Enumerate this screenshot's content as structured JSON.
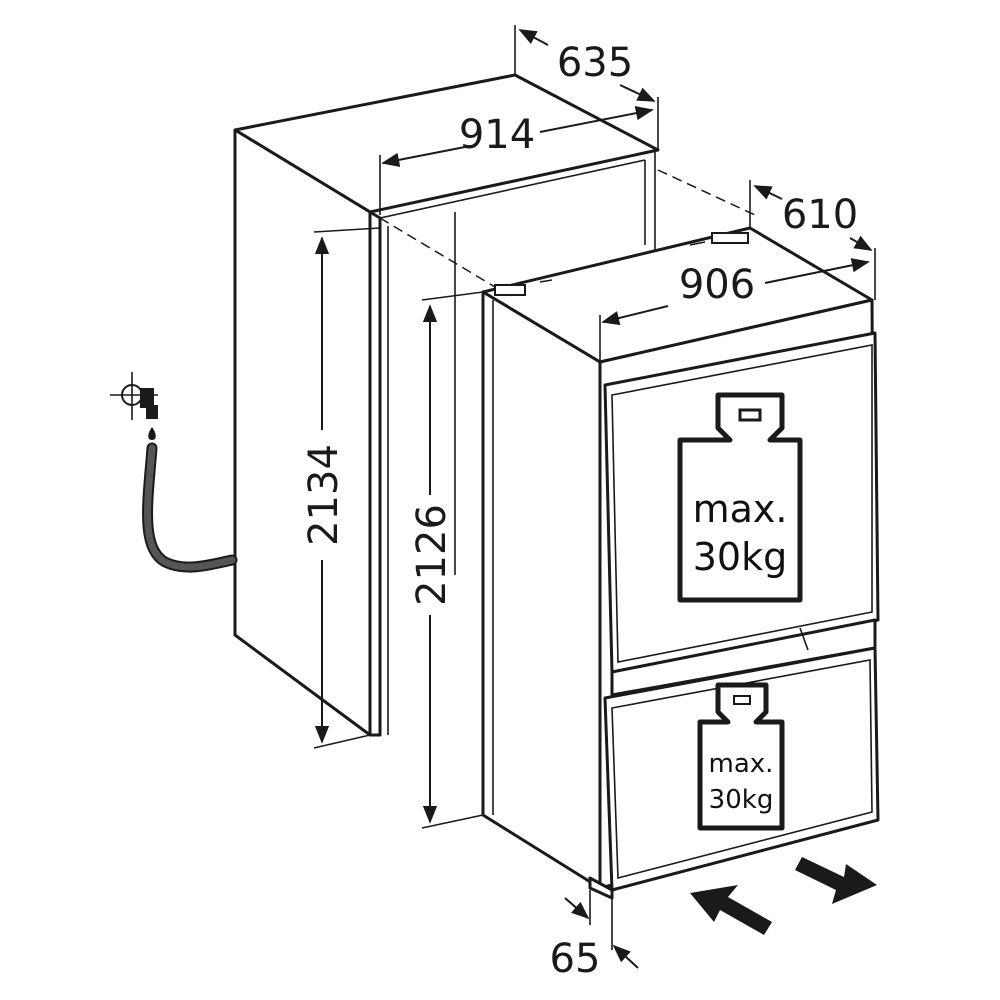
{
  "dimensions": {
    "niche_depth": "635",
    "niche_width": "914",
    "niche_height": "2134",
    "appliance_depth": "610",
    "appliance_width": "906",
    "appliance_height": "2126",
    "plinth_offset": "65"
  },
  "weight_labels": {
    "upper_drawer": [
      "max.",
      "30kg"
    ],
    "lower_drawer": [
      "max.",
      "30kg"
    ]
  },
  "colors": {
    "line": "#1a1a1a",
    "hose": "#555555",
    "background": "#ffffff"
  },
  "icons": [
    "water-tap-icon",
    "weight-icon",
    "push-arrow-icon",
    "pull-arrow-icon"
  ]
}
